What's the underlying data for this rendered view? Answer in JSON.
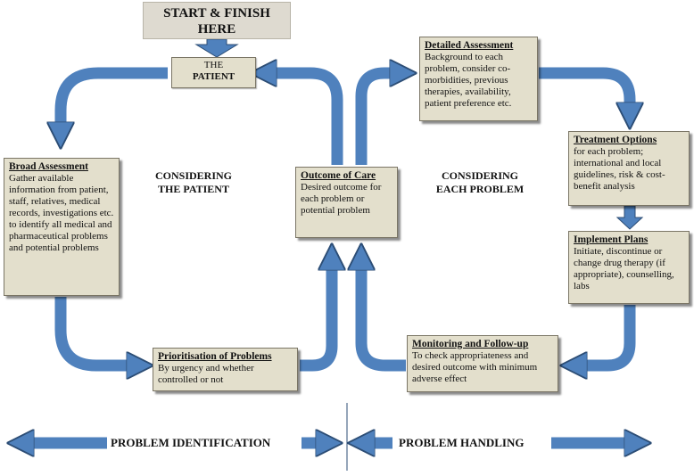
{
  "start_finish": "START & FINISH HERE",
  "patient": {
    "line1": "THE",
    "line2": "PATIENT"
  },
  "boxes": {
    "broad_assessment": {
      "title": "Broad Assessment",
      "body": "Gather available information from patient, staff, relatives, medical records, investigations etc. to identify all medical and pharmaceutical problems and potential problems"
    },
    "prioritisation": {
      "title": "Prioritisation of Problems",
      "body": "By urgency and whether controlled or not"
    },
    "outcome_of_care": {
      "title": "Outcome of Care",
      "body": "Desired outcome for each problem or potential problem"
    },
    "detailed_assessment": {
      "title": "Detailed Assessment",
      "body": "Background to each problem, consider co-morbidities, previous therapies, availability, patient preference etc."
    },
    "treatment_options": {
      "title": "Treatment Options",
      "body": "for each problem; international and local guidelines, risk & cost-benefit analysis"
    },
    "implement_plans": {
      "title": "Implement Plans",
      "body": "Initiate, discontinue or change drug therapy (if appropriate), counselling, labs"
    },
    "monitoring": {
      "title": "Monitoring and Follow-up",
      "body": "To check appropriateness and desired outcome with minimum adverse effect"
    }
  },
  "labels": {
    "considering_patient": "CONSIDERING THE PATIENT",
    "considering_problem": "CONSIDERING EACH PROBLEM",
    "problem_identification": "PROBLEM IDENTIFICATION",
    "problem_handling": "PROBLEM HANDLING"
  },
  "colors": {
    "arrow_fill": "#4f81bd",
    "arrow_stroke": "#2c4d75",
    "box_fill": "#e3dfcc",
    "start_fill": "#dedad0"
  }
}
